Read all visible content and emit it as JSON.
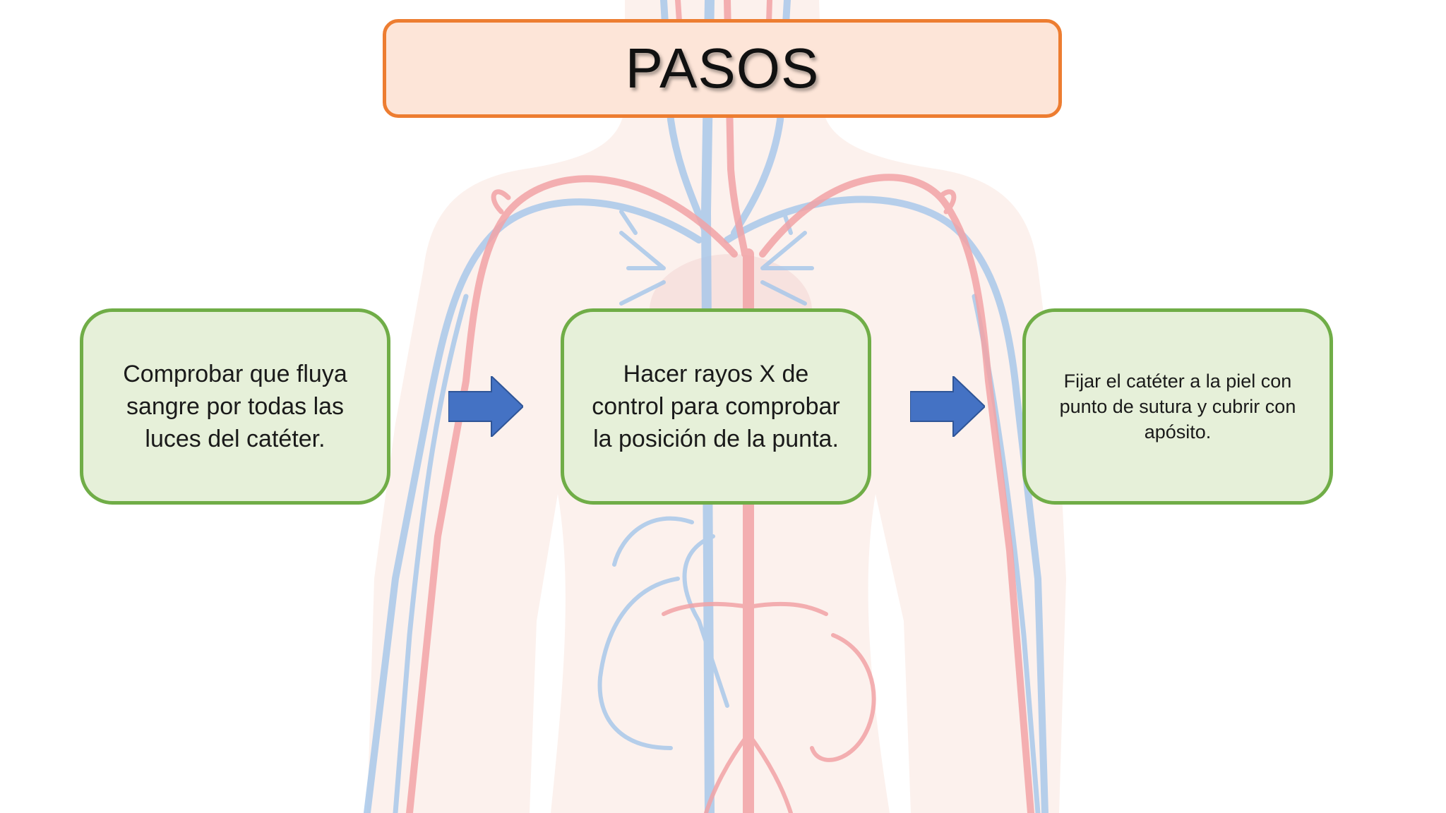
{
  "title": "PASOS",
  "steps": [
    {
      "text": "Comprobar que fluya sangre por todas las luces del catéter."
    },
    {
      "text": "Hacer rayos X de control para comprobar la posición de la punta."
    },
    {
      "text": "Fijar el catéter a la piel con punto de sutura y cubrir con apósito."
    }
  ],
  "colors": {
    "title_border": "#ed7d31",
    "title_fill": "#fde5d8",
    "step_border": "#70ad47",
    "step_fill": "#e6f0d9",
    "arrow": "#4472c4",
    "vein": "#a9c8ea",
    "artery": "#f2a3a6",
    "body": "#fbefea"
  },
  "icons": {
    "arrow": "arrow-right-icon",
    "background": "circulatory-system-illustration"
  }
}
